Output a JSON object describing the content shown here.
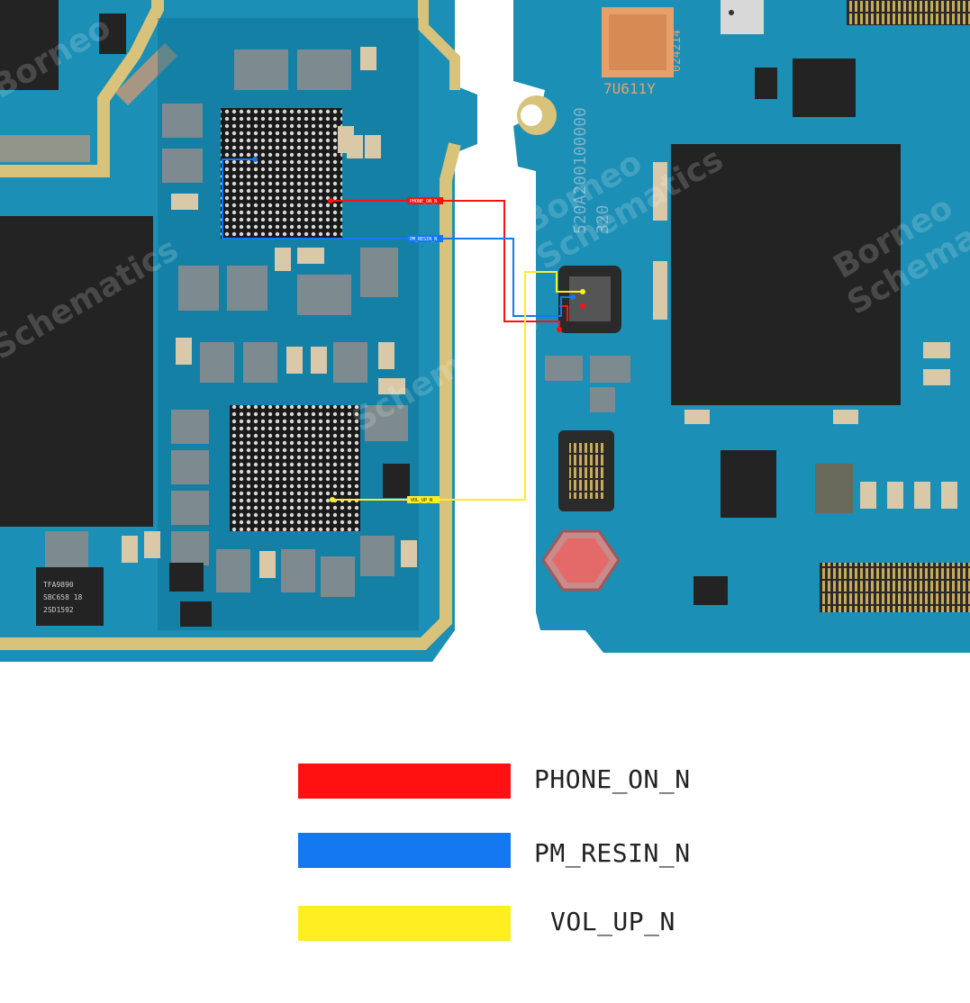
{
  "board": {
    "left_labels": [
      "TFA9890",
      "SBC658 18",
      "2SD1592"
    ],
    "right_labels": [
      "7U611Y",
      "024214",
      "520A200100000",
      "320"
    ],
    "watermark": [
      "Borneo",
      "Schematics"
    ],
    "pcb_color": "#1b8fb5",
    "gold_color": "#d9c27a",
    "chip_color": "#232323"
  },
  "traces": [
    {
      "name": "PHONE_ON_N",
      "tag": "PHONE_ON_N",
      "color": "#ff1111"
    },
    {
      "name": "PM_RESIN_N",
      "tag": "PM_RESIN_N",
      "color": "#1478f0"
    },
    {
      "name": "VOL_UP_N",
      "tag": "VOL_UP_N",
      "color": "#ffee22"
    }
  ],
  "legend": [
    {
      "label": "PHONE_ON_N",
      "color": "#ff1111"
    },
    {
      "label": "PM_RESIN_N",
      "color": "#1478f0"
    },
    {
      "label": "VOL_UP_N",
      "color": "#ffee22"
    }
  ]
}
